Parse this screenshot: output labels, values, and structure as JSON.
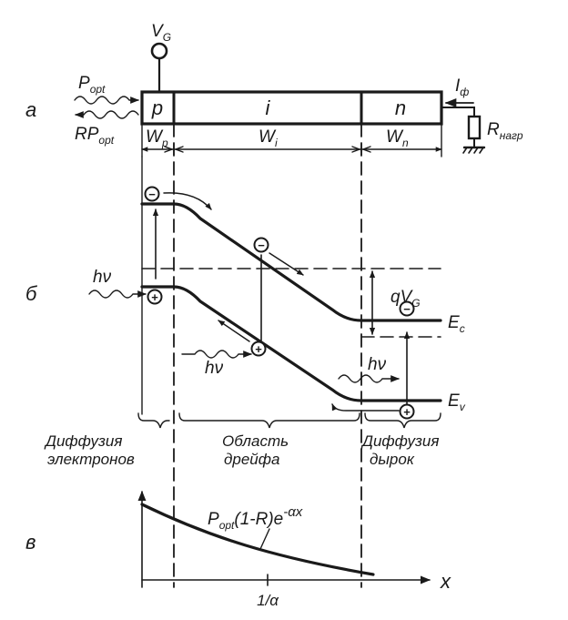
{
  "panel_labels": {
    "a": "а",
    "b": "б",
    "v": "в"
  },
  "gate": {
    "V": "V",
    "G": "G"
  },
  "input_light": {
    "P": "P",
    "opt": "opt"
  },
  "reflected_light": {
    "RP": "RP",
    "opt": "opt"
  },
  "regions": {
    "p": "p",
    "i": "i",
    "n": "n"
  },
  "widths": {
    "W": "W",
    "p_sub": "p",
    "i_sub": "i",
    "n_sub": "n"
  },
  "photocurrent": {
    "I": "I",
    "sub": "ф"
  },
  "load": {
    "R": "R",
    "sub": "нагр"
  },
  "photon": "hν",
  "bias": {
    "q": "qV",
    "sub": "G"
  },
  "bands": {
    "Ec": "E",
    "Ec_sub": "c",
    "Ev": "E",
    "Ev_sub": "v"
  },
  "carriers": {
    "electron": "−",
    "hole": "+"
  },
  "captions": {
    "diffusion_electrons_1": "Диффузия",
    "diffusion_electrons_2": "электронов",
    "drift_1": "Область",
    "drift_2": "дрейфа",
    "diffusion_holes_1": "Диффузия",
    "diffusion_holes_2": "дырок"
  },
  "absorption": {
    "P": "P",
    "opt": "opt",
    "body": "(1-R)e",
    "exp": "-αx"
  },
  "axis": {
    "x_label": "x",
    "tick_label": "1/α"
  },
  "colors": {
    "ink": "#1a1a1a",
    "background": "#ffffff"
  }
}
